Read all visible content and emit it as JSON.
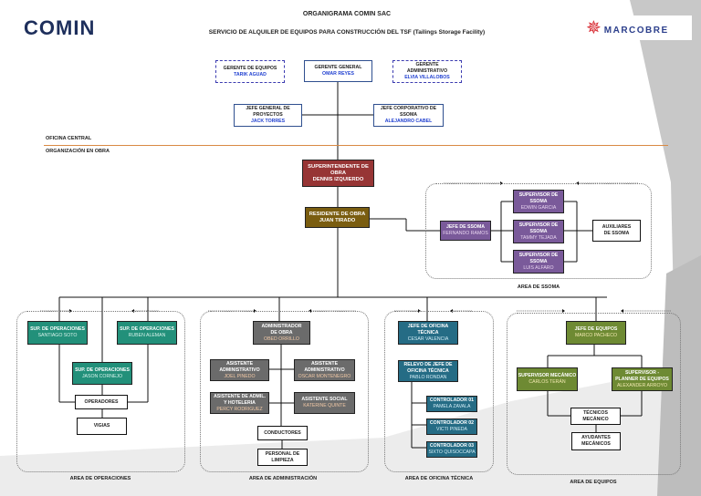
{
  "header": {
    "title": "ORGANIGRAMA COMIN SAC",
    "subtitle": "SERVICIO DE ALQUILER DE EQUIPOS PARA CONSTRUCCIÓN DEL TSF  (Tailings Storage Facility)",
    "logo_left": "COMIN",
    "logo_right": "MARCOBRE"
  },
  "colors": {
    "brand_comin": "#1e2f5c",
    "brand_marcobre_accent": "#d7262e",
    "divider": "#d98a44",
    "superintendente": "#973535",
    "residente": "#7a5d10",
    "ssoma": "#7a5a9a",
    "operaciones": "#22907a",
    "administracion": "#6b6b6b",
    "oficina_tecnica": "#256c85",
    "equipos": "#6e8a33"
  },
  "sections": {
    "central": "OFICINA CENTRAL",
    "obra": "ORGANIZACIÓN EN OBRA"
  },
  "top": {
    "gerente_equipos": {
      "role": "GERENTE DE EQUIPOS",
      "name": "TARIK AGUAD"
    },
    "gerente_general": {
      "role": "GERENTE GENERAL",
      "name": "OMAR REYES"
    },
    "gerente_admin": {
      "role": "GERENTE ADMINISTRATIVO",
      "name": "ELVIA VILLALOBOS"
    },
    "jefe_proyectos": {
      "role": "JEFE GENERAL DE PROYECTOS",
      "name": "JACK TORRES"
    },
    "jefe_ssoma_corp": {
      "role": "JEFE CORPORATIVO DE SSOMA",
      "name": "ALEJANDRO CABEL"
    }
  },
  "obra": {
    "superintendente": {
      "role": "SUPERINTENDENTE DE OBRA",
      "name": "DENNIS IZQUIERDO"
    },
    "residente": {
      "role": "RESIDENTE DE OBRA",
      "name": "JUAN TIRADO"
    }
  },
  "ssoma": {
    "area_label": "AREA DE SSOMA",
    "jefe": {
      "role": "JEFE DE SSOMA",
      "name": "FERNANDO RAMOS"
    },
    "supervisores": [
      {
        "role": "SUPERVISOR DE SSOMA",
        "name": "EDWIN GARCIA"
      },
      {
        "role": "SUPERVISOR DE SSOMA",
        "name": "TAMMY TEJADA"
      },
      {
        "role": "SUPERVISOR DE SSOMA",
        "name": "LUIS ALFARO"
      }
    ],
    "auxiliares": "AUXILIARES DE SSOMA"
  },
  "operaciones": {
    "area_label": "AREA DE OPERACIONES",
    "sup1": {
      "role": "SUP. DE OPERACIONES",
      "name": "SANTIAGO SOTO"
    },
    "sup2": {
      "role": "SUP. DE OPERACIONES",
      "name": "RUBEN ALEMAN"
    },
    "sup3": {
      "role": "SUP. DE OPERACIONES",
      "name": "JASON CORNEJO"
    },
    "operadores": "OPERADORES",
    "vigias": "VIGIAS"
  },
  "administracion": {
    "area_label": "AREA DE ADMINISTRACIÓN",
    "admin": {
      "role": "ADMINISTRADOR DE OBRA",
      "name": "OBED ORRILLO"
    },
    "asist1": {
      "role": "ASISTENTE ADMINISTRATIVO",
      "name": "JOEL PINEDO"
    },
    "asist2": {
      "role": "ASISTENTE ADMINISTRATIVO",
      "name": "OSCAR MONTENEGRO"
    },
    "asist3": {
      "role": "ASISTENTE DE ADMIL. Y HOTELERIA",
      "name": "PERCY RODRIGUEZ"
    },
    "asist4": {
      "role": "ASISTENTE SOCIAL",
      "name": "KATERINE QUINTE"
    },
    "conductores": "CONDUCTORES",
    "limpieza": "PERSONAL DE LIMPIEZA"
  },
  "oficina_tecnica": {
    "area_label": "AREA DE OFICINA TÉCNICA",
    "jefe": {
      "role": "JEFE DE OFICINA TÉCNICA",
      "name": "CESAR VALENCIA"
    },
    "relevo": {
      "role": "RELEVO DE JEFE DE OFICINA TÉCNICA",
      "name": "PABLO RONDAN"
    },
    "controladores": [
      {
        "role": "CONTROLADOR 01",
        "name": "PAMELA ZAVALA"
      },
      {
        "role": "CONTROLADOR 02",
        "name": "VICTI PINEDA"
      },
      {
        "role": "CONTROLADOR 03",
        "name": "SIXTO QUISOCCAPA"
      }
    ]
  },
  "equipos": {
    "area_label": "AREA DE EQUIPOS",
    "jefe": {
      "role": "JEFE DE EQUIPOS",
      "name": "MARCO PACHECO"
    },
    "sup_mecanico": {
      "role": "SUPERVISOR MECÁNICO",
      "name": "CARLOS TERÁN"
    },
    "sup_planner": {
      "role": "SUPERVISOR - PLANNER DE EQUIPOS",
      "name": "ALEXANDER ARROYO"
    },
    "tecnicos": "TÉCNICOS MECÁNICO",
    "ayudantes": "AYUDANTES MECÁNICOS"
  }
}
